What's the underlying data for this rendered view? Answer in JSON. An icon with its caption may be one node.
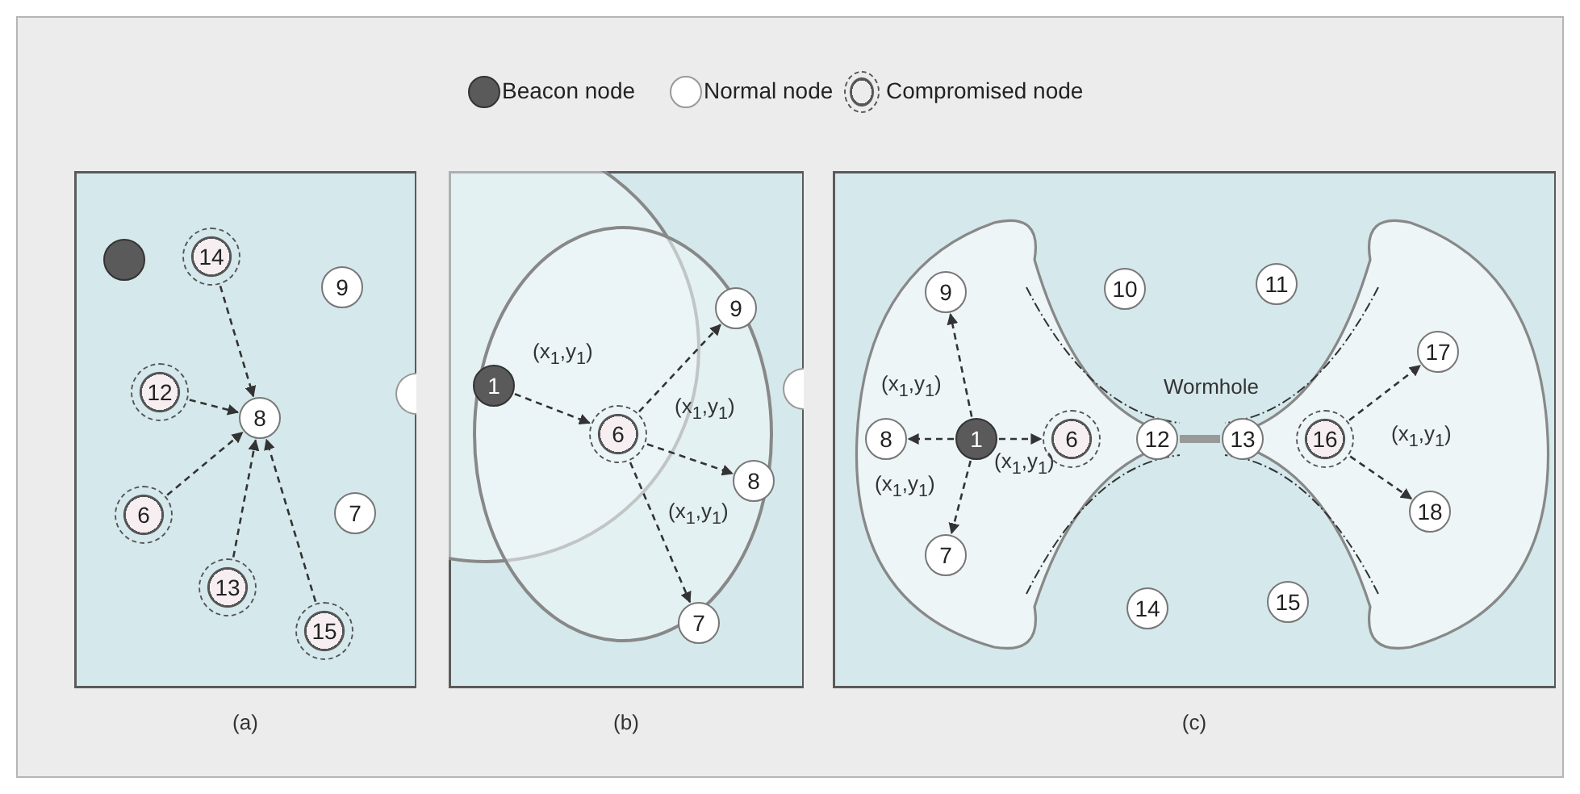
{
  "diagram": {
    "nodes": [
      {
        "text": [
          "(a)"
        ]
      },
      {
        "text": [],
        "shape": "circle",
        "in": 0
      },
      {
        "text": [
          "14"
        ],
        "in": 0
      },
      {
        "text": [
          "9"
        ],
        "in": 0
      },
      {
        "text": [
          "12"
        ],
        "in": 0
      },
      {
        "text": [
          "8"
        ],
        "in": 0
      },
      {
        "text": [
          "6"
        ],
        "in": 0
      },
      {
        "text": [
          "7"
        ],
        "in": 0
      },
      {
        "text": [
          "13"
        ],
        "in": 0
      },
      {
        "text": [
          "15"
        ],
        "in": 0
      },
      {
        "text": [],
        "shape": "circle",
        "in": 0
      },
      {
        "text": [
          "(b)"
        ]
      },
      {
        "text": [
          "1"
        ],
        "in": 11
      },
      {
        "text": [
          "9"
        ],
        "in": 11
      },
      {
        "text": [
          "6"
        ],
        "in": 11
      },
      {
        "text": [
          "8"
        ],
        "in": 11
      },
      {
        "text": [
          "7"
        ],
        "in": 11
      },
      {
        "text": [],
        "shape": "circle",
        "in": 11
      },
      {
        "text": [
          "(c)"
        ]
      },
      {
        "text": [
          "9"
        ],
        "in": 18
      },
      {
        "text": [
          "10"
        ],
        "in": 18
      },
      {
        "text": [
          "11"
        ],
        "in": 18
      },
      {
        "text": [
          "17"
        ],
        "in": 18
      },
      {
        "text": [
          "8"
        ],
        "in": 18
      },
      {
        "text": [
          "1"
        ],
        "in": 18
      },
      {
        "text": [
          "6"
        ],
        "in": 18
      },
      {
        "text": [
          "12"
        ],
        "in": 18
      },
      {
        "text": [
          "13"
        ],
        "in": 18
      },
      {
        "text": [
          "16"
        ],
        "in": 18
      },
      {
        "text": [
          "18"
        ],
        "in": 18
      },
      {
        "text": [
          "7"
        ],
        "in": 18
      },
      {
        "text": [
          "14"
        ],
        "in": 18
      },
      {
        "text": [
          "15"
        ],
        "in": 18
      }
    ],
    "edges": [
      {
        "from": 2,
        "to": 5,
        "arrow": "to",
        "style": "dashed"
      },
      {
        "from": 4,
        "to": 5,
        "arrow": "to",
        "style": "dashed"
      },
      {
        "from": 6,
        "to": 5,
        "arrow": "to",
        "style": "dashed"
      },
      {
        "from": 8,
        "to": 5,
        "arrow": "to",
        "style": "dashed"
      },
      {
        "from": 9,
        "to": 5,
        "arrow": "to",
        "style": "dashed"
      },
      {
        "from": 12,
        "to": 14,
        "arrow": "to",
        "style": "dashed",
        "label": "(x$_{1}$,y$_{1}$)"
      },
      {
        "from": 14,
        "to": 13,
        "arrow": "to",
        "style": "dashed",
        "label": "(x$_{1}$,y$_{1}$)"
      },
      {
        "from": 14,
        "to": 15,
        "arrow": "to",
        "style": "dashed"
      },
      {
        "from": 14,
        "to": 16,
        "arrow": "to",
        "style": "dashed",
        "label": "(x$_{1}$,y$_{1}$)"
      },
      {
        "from": 24,
        "to": 19,
        "arrow": "to",
        "style": "dashed",
        "label": "(x$_{1}$,y$_{1}$)"
      },
      {
        "from": 24,
        "to": 23,
        "arrow": "to",
        "style": "dashed"
      },
      {
        "from": 24,
        "to": 25,
        "arrow": "to",
        "style": "dashed",
        "label": "(x$_{1}$,y$_{1}$)"
      },
      {
        "from": 24,
        "to": 30,
        "arrow": "to",
        "style": "dashed",
        "label": "(x$_{1}$,y$_{1}$)"
      },
      {
        "from": 26,
        "to": 27,
        "arrow": "none",
        "style": "thick",
        "color": "#999999",
        "label": "Wormhole"
      },
      {
        "from": 28,
        "to": 22,
        "arrow": "to",
        "style": "dashed",
        "label": "(x$_{1}$,y$_{1}$)"
      },
      {
        "from": 28,
        "to": 29,
        "arrow": "to",
        "style": "dashed"
      }
    ],
    "legend": [
      {
        "text": "Beacon node"
      },
      {
        "text": "Normal node"
      },
      {
        "text": "Compromised node"
      }
    ]
  }
}
